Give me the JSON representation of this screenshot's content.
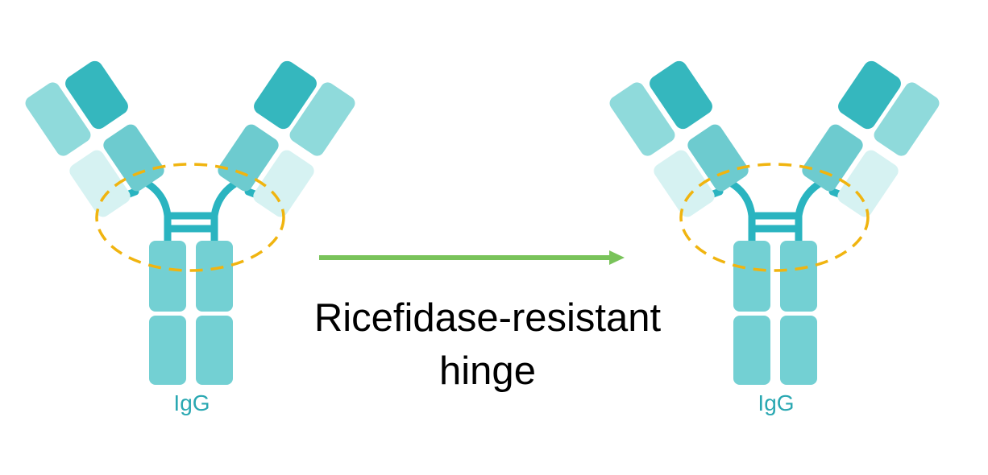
{
  "antibodies": [
    {
      "label": "IgG"
    },
    {
      "label": "IgG"
    }
  ],
  "caption": {
    "line1": "Ricefidase-resistant",
    "line2": "hinge"
  },
  "colors": {
    "heavy_dark": "#35b7be",
    "heavy_mid": "#6dcbcf",
    "light_mid": "#8fdadb",
    "light_pale": "#d6f2f2",
    "stalk": "#73d0d3",
    "linker": "#2ab4c0",
    "hinge_outline": "#f0b40f",
    "arrow": "#79c35a",
    "label": "#2aa8b2"
  }
}
